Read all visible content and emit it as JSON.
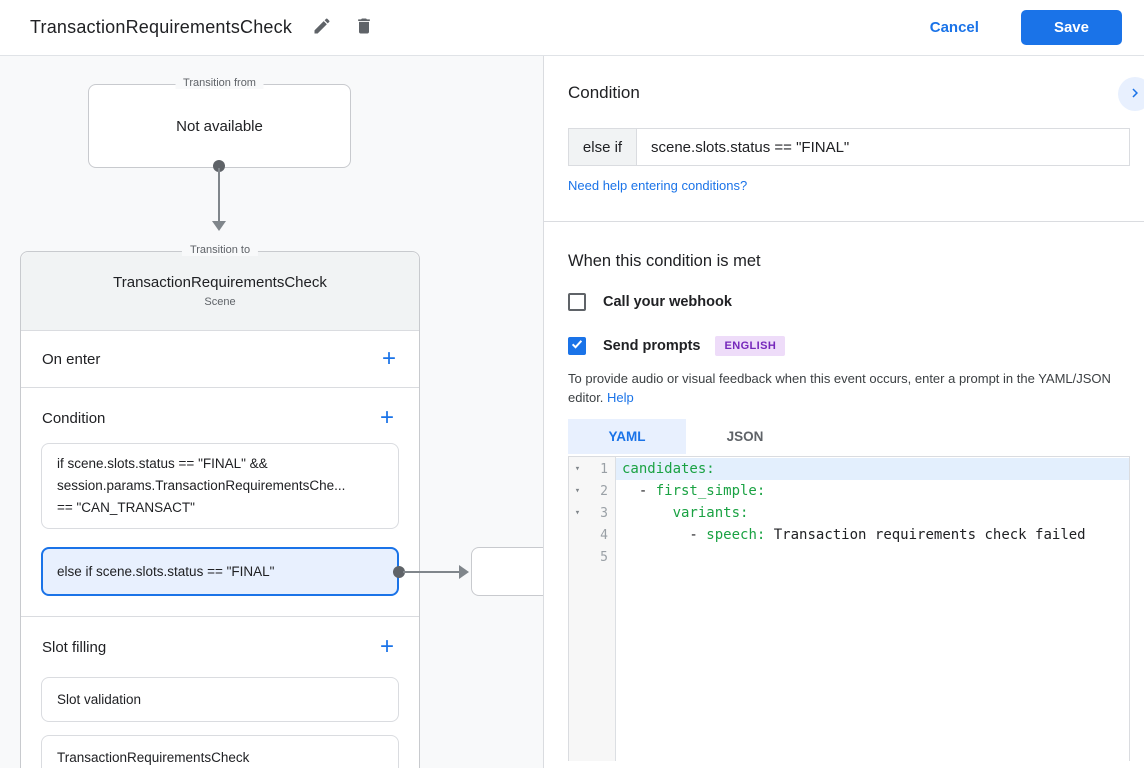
{
  "header": {
    "title": "TransactionRequirementsCheck",
    "cancel_label": "Cancel",
    "save_label": "Save"
  },
  "icons": {
    "add": "+",
    "fold": "▾"
  },
  "diagram": {
    "transition_from": {
      "label": "Transition from",
      "content": "Not available"
    },
    "transition_to": {
      "label": "Transition to",
      "title": "TransactionRequirementsCheck",
      "subtitle": "Scene",
      "on_enter_label": "On enter",
      "condition_label": "Condition",
      "condition_items": {
        "0": {
          "text": "if scene.slots.status == \"FINAL\" &&\nsession.params.TransactionRequirementsChe...\n== \"CAN_TRANSACT\""
        },
        "1": {
          "text": "else if scene.slots.status == \"FINAL\"",
          "selected": true
        }
      },
      "slot_filling_label": "Slot filling",
      "slot_items": {
        "0": "Slot validation",
        "1": "TransactionRequirementsCheck"
      }
    }
  },
  "panel": {
    "title": "Condition",
    "condition_row": {
      "prefix": "else if",
      "value": "scene.slots.status == \"FINAL\""
    },
    "help_link": "Need help entering conditions?",
    "when_met": {
      "title": "When this condition is met",
      "webhook_label": "Call your webhook",
      "webhook_checked": false,
      "prompts_label": "Send prompts",
      "prompts_checked": true,
      "language_badge": "ENGLISH",
      "description": "To provide audio or visual feedback when this event occurs, enter a prompt in the YAML/JSON editor.",
      "description_link": "Help"
    },
    "editor": {
      "tabs": {
        "0": {
          "label": "YAML",
          "active": true
        },
        "1": {
          "label": "JSON",
          "active": false
        }
      },
      "lines": [
        {
          "num": "1",
          "fold": true,
          "highlight": true,
          "segments": [
            {
              "t": "candidates:",
              "c": "key"
            }
          ]
        },
        {
          "num": "2",
          "fold": true,
          "highlight": false,
          "segments": [
            {
              "t": "  - ",
              "c": "plain"
            },
            {
              "t": "first_simple:",
              "c": "key"
            }
          ]
        },
        {
          "num": "3",
          "fold": true,
          "highlight": false,
          "segments": [
            {
              "t": "      ",
              "c": "plain"
            },
            {
              "t": "variants:",
              "c": "key"
            }
          ]
        },
        {
          "num": "4",
          "fold": false,
          "highlight": false,
          "segments": [
            {
              "t": "        - ",
              "c": "plain"
            },
            {
              "t": "speech:",
              "c": "key"
            },
            {
              "t": " Transaction requirements check failed",
              "c": "plain"
            }
          ]
        },
        {
          "num": "5",
          "fold": false,
          "highlight": false,
          "segments": []
        }
      ]
    }
  },
  "colors": {
    "accent": "#1a73e8",
    "accent_light": "#e8f0fe",
    "code_key_green": "#1aa243",
    "badge_purple": "#7627bb"
  }
}
